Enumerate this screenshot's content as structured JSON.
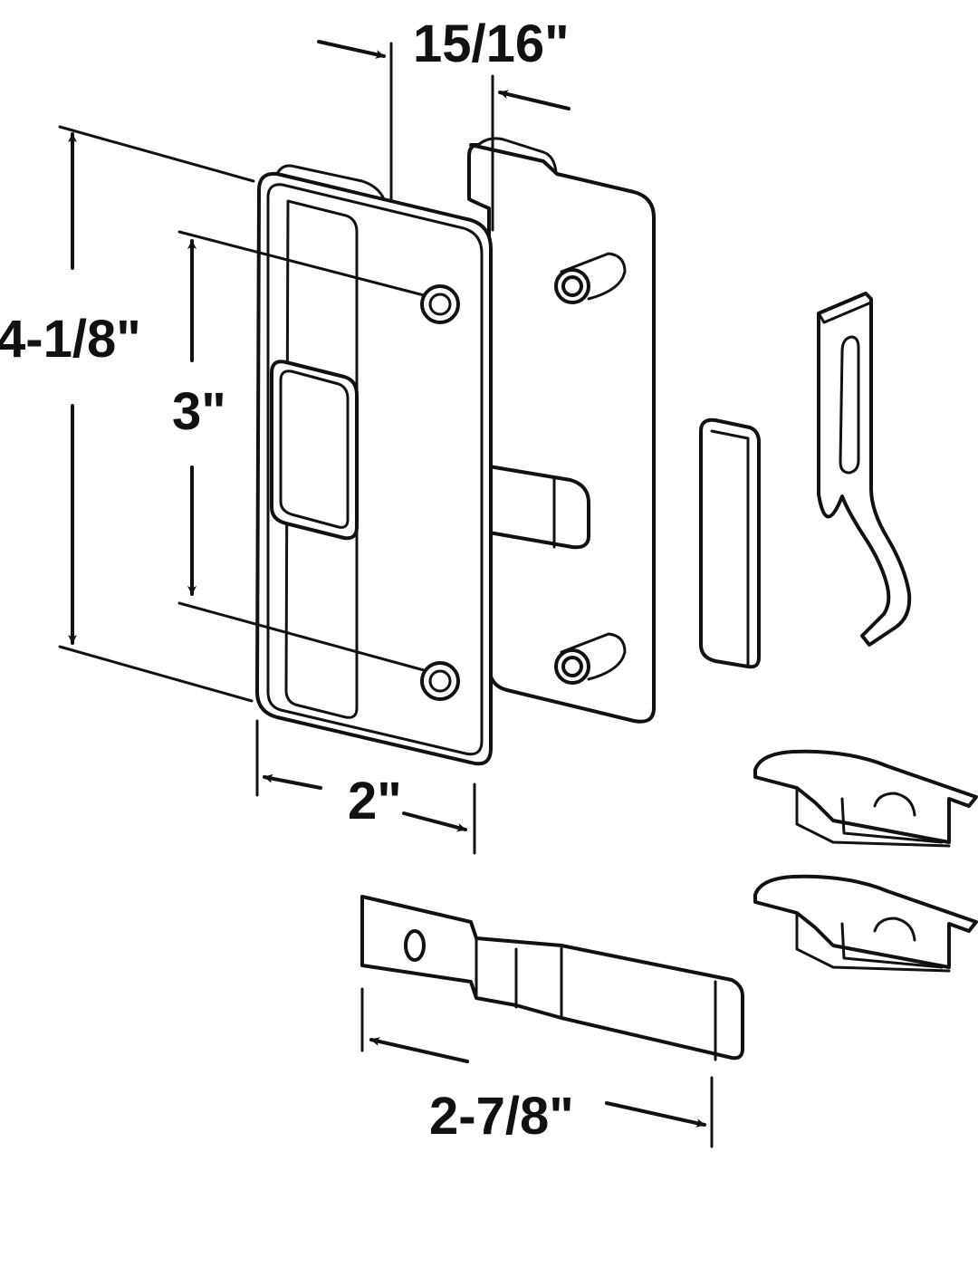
{
  "dimensions": {
    "height_total": "4-1/8\"",
    "hole_spacing": "3\"",
    "width": "2\"",
    "depth": "15/16\"",
    "strike_length": "2-7/8\""
  },
  "colors": {
    "line": "#111111",
    "background": "#ffffff"
  }
}
